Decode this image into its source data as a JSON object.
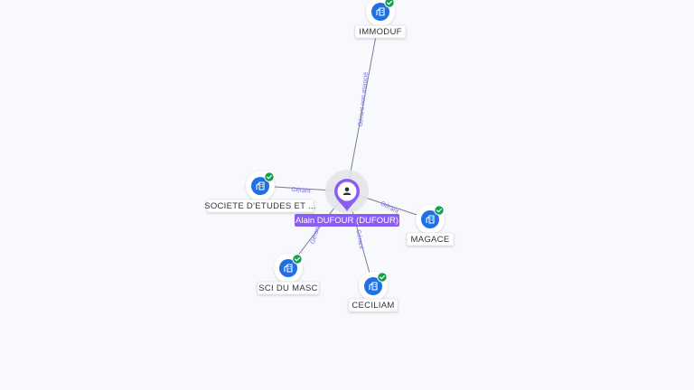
{
  "center": {
    "label": "Alain DUFOUR (DUFOUR)",
    "icon": "person-icon",
    "accent": "#8b5cf6"
  },
  "companies": [
    {
      "id": "immoduf",
      "label": "IMMODUF",
      "icon": "building-icon",
      "verified": true
    },
    {
      "id": "societe",
      "label": "SOCIETE D'ETUDES ET ...",
      "icon": "building-icon",
      "verified": true
    },
    {
      "id": "magace",
      "label": "MAGACE",
      "icon": "building-icon",
      "verified": true
    },
    {
      "id": "sci",
      "label": "SCI DU MASC",
      "icon": "building-icon",
      "verified": true
    },
    {
      "id": "ciliam",
      "label": "CECILIAM",
      "icon": "building-icon",
      "verified": true
    }
  ],
  "edges": [
    {
      "target": "immoduf",
      "label": "Gérant non associé"
    },
    {
      "target": "societe",
      "label": "Gérant"
    },
    {
      "target": "magace",
      "label": "Gérant"
    },
    {
      "target": "sci",
      "label": "Gérant"
    },
    {
      "target": "ciliam",
      "label": "Gérant"
    }
  ],
  "colors": {
    "company_icon": "#1f6fe5",
    "verified_badge": "#12a150",
    "edge": "#7c7a9c",
    "edge_label": "#7b6ee0"
  }
}
